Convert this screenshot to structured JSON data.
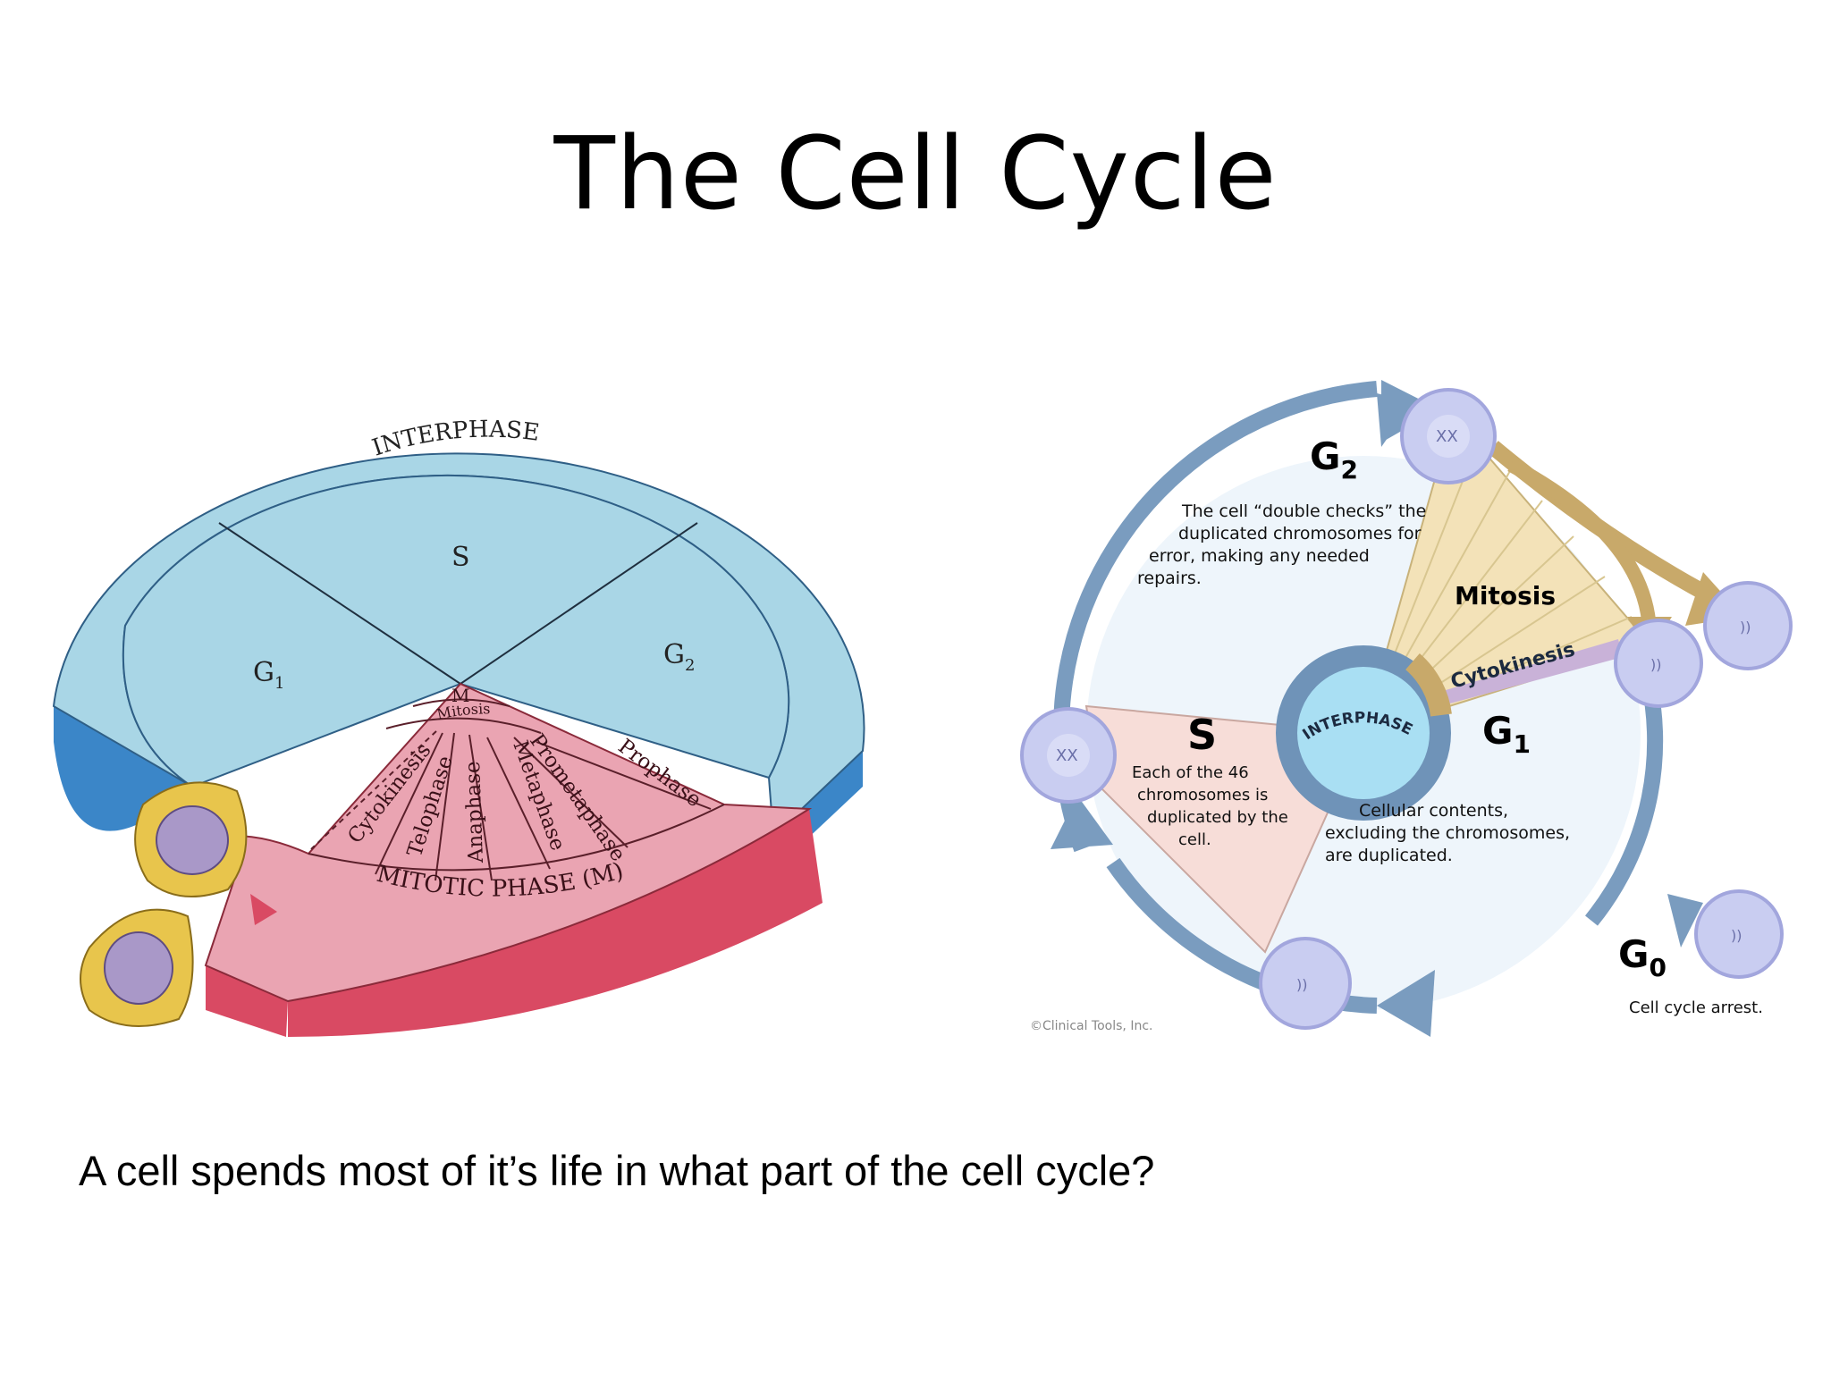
{
  "slide": {
    "title": "The Cell Cycle",
    "question": "A cell spends most of it’s life in what part of the cell cycle?"
  },
  "left_diagram": {
    "interphase": "INTERPHASE",
    "s": "S",
    "g1": "G",
    "g1_sub": "1",
    "g2": "G",
    "g2_sub": "2",
    "m": "M",
    "mitosis": "Mitosis",
    "phases": [
      "Cytokinesis",
      "Telophase",
      "Anaphase",
      "Metaphase",
      "Prometaphase",
      "Prophase"
    ],
    "mitotic_phase": "MITOTIC PHASE (M)"
  },
  "right_diagram": {
    "g2": "G",
    "g2_sub": "2",
    "g2_text": [
      "The cell “double checks” the",
      "duplicated chromosomes for",
      "error, making any needed",
      "repairs."
    ],
    "mitosis": "Mitosis",
    "cytokinesis": "Cytokinesis",
    "s": "S",
    "s_text": [
      "Each of the 46",
      "chromosomes is",
      "duplicated by the",
      "cell."
    ],
    "interphase": "INTERPHASE",
    "g1": "G",
    "g1_sub": "1",
    "g1_text": [
      "Cellular contents,",
      "excluding the chromosomes,",
      "are duplicated."
    ],
    "g0": "G",
    "g0_sub": "0",
    "g0_text": "Cell cycle arrest.",
    "copyright": "©Clinical Tools, Inc."
  },
  "colors": {
    "interphase_blue": "#a9d6e6",
    "interphase_side": "#3b86c8",
    "mitotic_pink": "#eaa4b2",
    "mitotic_side": "#d94a63",
    "cycle_ring": "#7a9cbf",
    "mitosis_tan": "#f3e2b8",
    "s_pink": "#f7ddd8",
    "cell_purple": "#c9cdf1"
  }
}
